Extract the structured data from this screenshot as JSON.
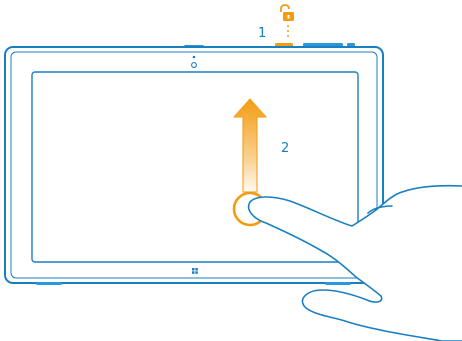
{
  "colors": {
    "device_outline": "#1a7fc1",
    "device_accent": "#2a96dc",
    "highlight": "#f39c12",
    "highlight_fade": "#fde6c4",
    "hand_outline": "#1a7fc1",
    "background": "#ffffff"
  },
  "steps": [
    {
      "number": "1",
      "action": "press-power-key",
      "icon": "unlock-icon"
    },
    {
      "number": "2",
      "action": "swipe-up",
      "icon": "up-arrow-icon"
    }
  ],
  "icons": {
    "lock": "unlock-icon",
    "camera": "front-camera-icon",
    "windows": "windows-logo-icon",
    "hand": "pointing-hand-icon",
    "touch": "touch-circle-icon",
    "swipe": "swipe-up-arrow-icon"
  }
}
